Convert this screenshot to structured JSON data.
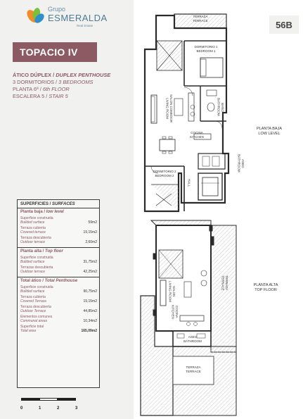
{
  "brand": {
    "grupo": "Grupo",
    "name": "ESMERALDA",
    "sub": "Real Estate"
  },
  "unit_code": "56B",
  "title": "TOPACIO IV",
  "info": {
    "type_es": "ÁTICO DÚPLEX /",
    "type_en": "DUPLEX PENTHOUSE",
    "bedrooms_es": "3 DORMITORIOS /",
    "bedrooms_en": "3 BEDROOMS",
    "floor_es": "PLANTA 6ª /",
    "floor_en": "6th FLOOR",
    "stair_es": "ESCALERA 5 /",
    "stair_en": "STAIR 5"
  },
  "surfaces": {
    "header_es": "SUPERFICIES /",
    "header_en": "SURFACES",
    "sections": [
      {
        "title_es": "Planta baja /",
        "title_en": "low level",
        "rows": [
          {
            "label": "Superficie construida",
            "sub": "Builded surface",
            "value": "59m2"
          },
          {
            "label": "Terraza cubierta",
            "sub": "Covered terrace",
            "value": "19,15m2"
          },
          {
            "label": "Terraza descubierta",
            "sub": "Outdoor terrace",
            "value": "2,60m2"
          }
        ]
      },
      {
        "title_es": "Planta alta /",
        "title_en": "Top floor",
        "rows": [
          {
            "label": "Superficie construida",
            "sub": "Builded surface",
            "value": "31,75m2"
          },
          {
            "label": "Terrazas descubierta",
            "sub": "Outdoor terrace",
            "value": "42,25m2"
          }
        ]
      },
      {
        "title_es": "Total ático /",
        "title_en": "Total Penthouse",
        "rows": [
          {
            "label": "Superficie construida",
            "sub": "Builded surface",
            "value": "90,75m2"
          },
          {
            "label": "Terraza cubierta",
            "sub": "Covered Terrace",
            "value": "19,15m2"
          },
          {
            "label": "Terraza descubierta",
            "sub": "Outdoor Terrace",
            "value": "44,85m2"
          },
          {
            "label": "Elementos comunes",
            "sub": "Communal areas",
            "value": "10,34m2"
          },
          {
            "label": "Superficie total",
            "sub": "Total area",
            "value": "165,09m2",
            "bold": true
          }
        ]
      }
    ]
  },
  "scale": [
    "0",
    "1",
    "2",
    "3"
  ],
  "levels": {
    "low": "PLANTA BAJA\nLOW LEVEL",
    "top": "PLANTA ALTA\nTOP FLOOR"
  },
  "rooms": {
    "terrace_top": "TERRAZA\nTERRACE",
    "bedroom1": "DORMITORIO 1\nBEDROOM 1",
    "bathroom1": "BAÑO\nBATHROOM",
    "living": "SALON COMEDOR\nLIVING ROOM",
    "kitchen": "COCINA\nKITCHEN",
    "bedroom2": "DORMITORIO 2\nBEDROOM 2",
    "hall": "HALL",
    "aseo": "ASEO\nBATHROOM",
    "living_up": "SALON\nLIVING ROOM",
    "kitchen_up": "COCINA\nKITCHEN",
    "terrace_side": "TERRAZA\nTERRACE",
    "aseo_up": "ASEO\nBATHROOM",
    "terrace_bottom": "TERRAZA\nTERRACE"
  },
  "colors": {
    "accent": "#8b5a62",
    "brand": "#4d7b93",
    "panel": "#f1f1ef"
  }
}
